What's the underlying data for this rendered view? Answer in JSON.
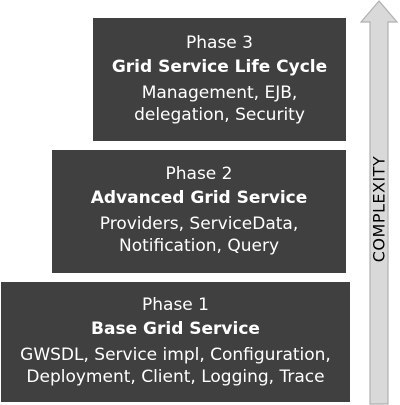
{
  "phases": [
    {
      "name": "Phase 3",
      "title": "Grid Service Life Cycle",
      "details": [
        "Management, EJB,",
        "delegation, Security"
      ]
    },
    {
      "name": "Phase 2",
      "title": "Advanced Grid Service",
      "details": [
        "Providers, ServiceData,",
        "Notification, Query"
      ]
    },
    {
      "name": "Phase 1",
      "title": "Base Grid Service",
      "details": [
        "GWSDL, Service impl, Configuration,",
        "Deployment, Client, Logging, Trace"
      ]
    }
  ],
  "axis": {
    "label": "COMPLEXITY"
  },
  "colors": {
    "box": "#404040",
    "box_text": "#ffffff",
    "arrow_fill": "#d9d9d9",
    "arrow_stroke": "#b0b0b0"
  }
}
